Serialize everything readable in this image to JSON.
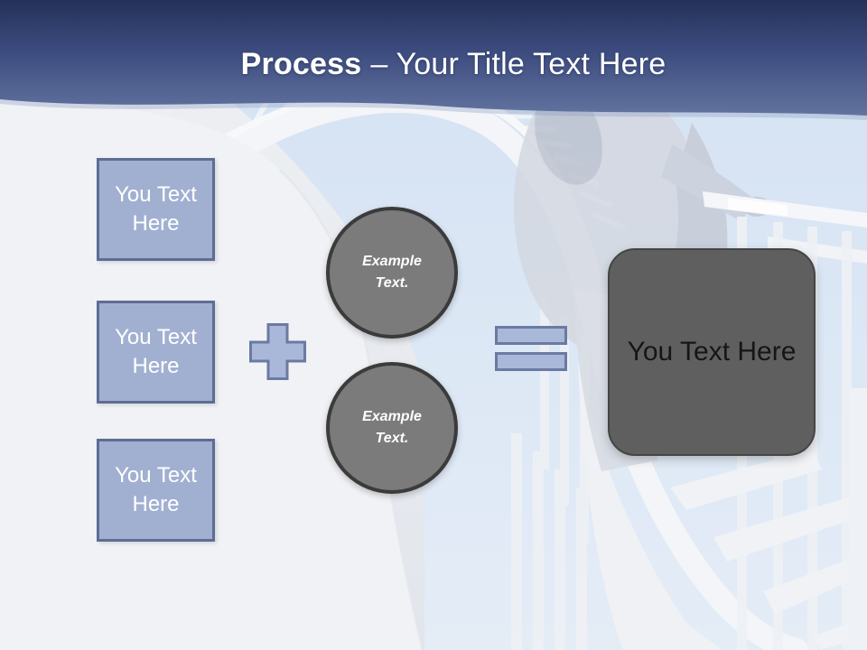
{
  "slide": {
    "header": {
      "title_bold": "Process",
      "title_rest": "– Your Title Text Here"
    },
    "diagram": {
      "input_boxes": [
        {
          "label": "You Text Here"
        },
        {
          "label": "You Text Here"
        },
        {
          "label": "You Text Here"
        }
      ],
      "operators": {
        "plus_icon": "+",
        "equals_icon": "="
      },
      "example_circles": [
        {
          "label": "Example Text."
        },
        {
          "label": "Example Text."
        }
      ],
      "result_box": {
        "label": "You Text Here"
      }
    },
    "colors": {
      "header_gradient_top": "#2a3764",
      "header_gradient_bottom": "#5f70a4",
      "title_text": "#ffffff",
      "input_box_fill": "#a1b0d1",
      "input_box_border": "#5d6d93",
      "operator_fill": "#a9b7d8",
      "operator_border": "#6b7aa2",
      "circle_fill": "#7b7b7b",
      "circle_border": "#3b3b3b",
      "circle_text": "#ffffff",
      "result_fill": "#5f5f5f",
      "result_border": "#454545",
      "result_text": "#161616",
      "photo_sky": "#d8e4f3",
      "photo_wall": "#f1f2f5"
    }
  }
}
